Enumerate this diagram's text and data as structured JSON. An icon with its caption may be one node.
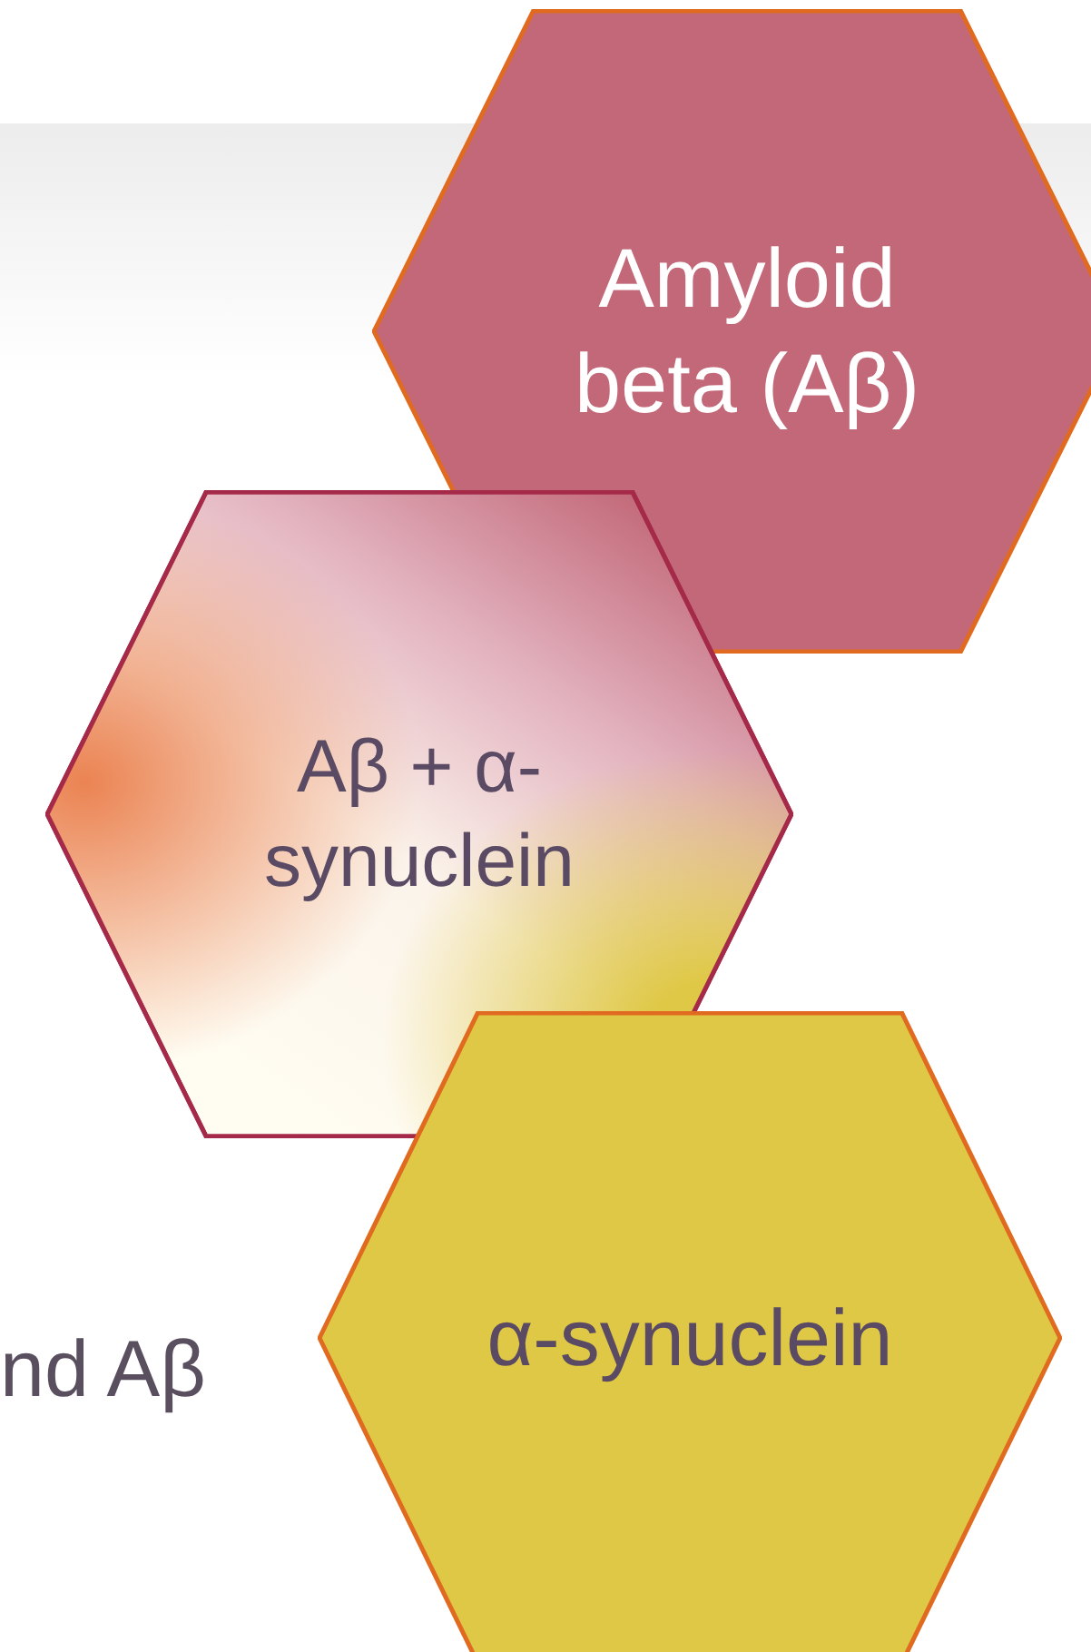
{
  "diagram": {
    "nodes": [
      {
        "text": [
          "Amyloid beta (Aβ)"
        ]
      },
      {
        "text": [
          "Aβ + α-synuclein"
        ]
      },
      {
        "text": [
          "α-synuclein"
        ]
      }
    ],
    "labels": [
      "nd Aβ"
    ]
  }
}
